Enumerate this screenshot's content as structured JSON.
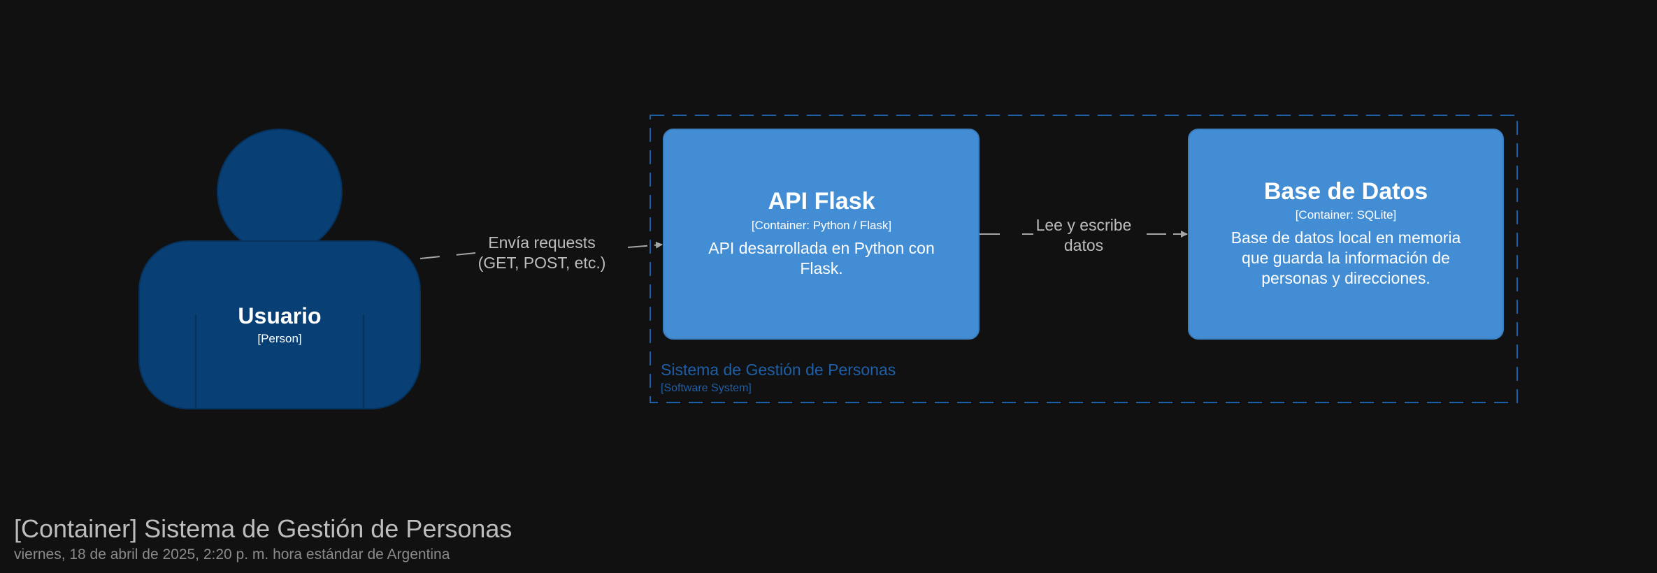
{
  "person": {
    "name": "Usuario",
    "type": "[Person]"
  },
  "api": {
    "name": "API Flask",
    "type": "[Container: Python / Flask]",
    "description_lines": [
      "API desarrollada en Python con",
      "Flask."
    ]
  },
  "db": {
    "name": "Base de Datos",
    "type": "[Container: SQLite]",
    "description_lines": [
      "Base de datos local en memoria",
      "que guarda la información de",
      "personas y direcciones."
    ]
  },
  "boundary": {
    "name": "Sistema de Gestión de Personas",
    "type": "[Software System]"
  },
  "relations": {
    "user_to_api": {
      "lines": [
        "Envía requests",
        "(GET, POST, etc.)"
      ]
    },
    "api_to_db": {
      "lines": [
        "Lee y escribe",
        "datos"
      ]
    }
  },
  "footer": {
    "title": "[Container] Sistema de Gestión de Personas",
    "subtitle": "viernes, 18 de abril de 2025, 2:20 p. m. hora estándar de Argentina"
  },
  "colors": {
    "background": "#111111",
    "person_fill": "#083f75",
    "container_fill": "#438dd5",
    "boundary_color": "#1f5fa8",
    "relation_color": "#a6a6a6",
    "text_light": "#ffffff",
    "text_muted": "#bdbdbd"
  }
}
